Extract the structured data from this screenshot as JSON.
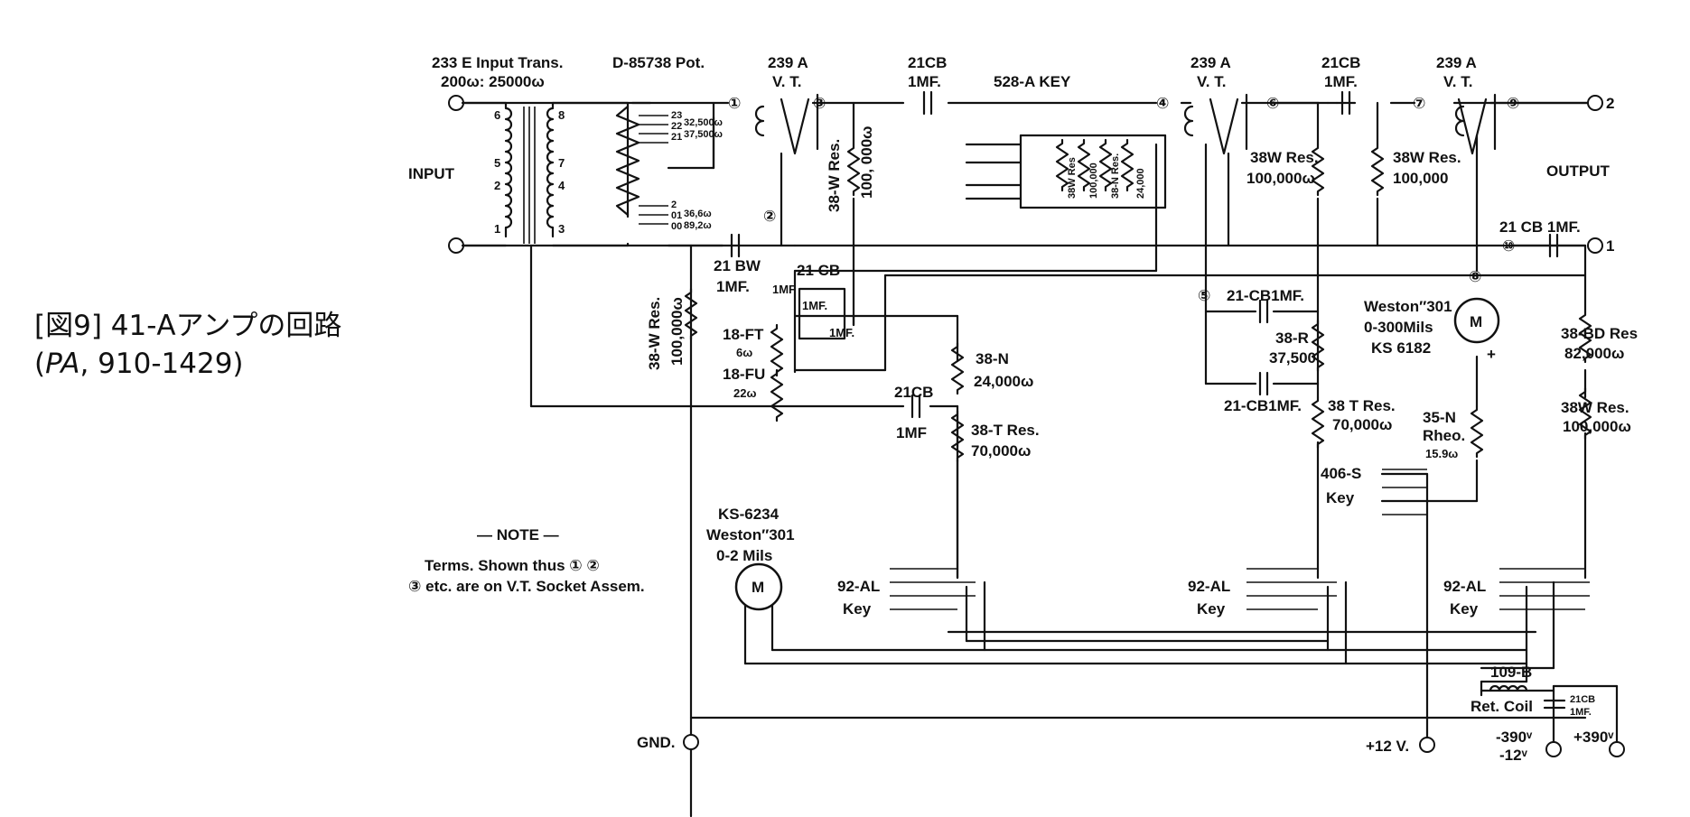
{
  "caption": {
    "line1": "[図9] 41-Aアンプの回路",
    "line2_open": "(",
    "line2_pa": "PA",
    "line2_rest": ", 910-1429)"
  },
  "labels": {
    "input_trans_1": "233 E Input Trans.",
    "input_trans_2": "200ω: 25000ω",
    "pot": "D-85738 Pot.",
    "vt1_a": "239 A",
    "vt1_b": "V. T.",
    "cb1_a": "21CB",
    "cb1_b": "1MF.",
    "key528": "528-A KEY",
    "vt2_a": "239 A",
    "vt2_b": "V. T.",
    "cb2_a": "21CB",
    "cb2_b": "1MF.",
    "vt3_a": "239 A",
    "vt3_b": "V. T.",
    "input": "INPUT",
    "output": "OUTPUT",
    "out2": "2",
    "out1": "1",
    "cb_out": "21 CB 1MF.",
    "res38w_a1": "38-W Res.",
    "res38w_a2": "100, 000ω",
    "res38w_b1": "38W Res.",
    "res38w_b2": "100,000ω",
    "res38w_c1": "38W Res.",
    "res38w_c2": "100,000",
    "res_stack": [
      "38W Res",
      "100,000",
      "38-N Res.",
      "24,000"
    ],
    "bw21_a": "21 BW",
    "bw21_b": "1MF.",
    "res38w_d1": "38-W Res.",
    "res38w_d2": "100,000ω",
    "cb21_c": "21 CB",
    "imf_a": "1MF",
    "imf_b": "1MF.",
    "imf_c": "1MF.",
    "ft18_a": "18-FT",
    "ft18_b": "6ω",
    "fu18_a": "18-FU",
    "fu18_b": "22ω",
    "n38_a": "38-N",
    "n38_b": "24,000ω",
    "cb21_d": "21CB",
    "cb21_d2": "1MF",
    "t38_a": "38-T Res.",
    "t38_b": "70,000ω",
    "cb21_e": "21-CB1MF.",
    "r38_a": "38-R",
    "r38_b": "37,500",
    "cb21_f": "21-CB1MF.",
    "t38b_a": "38 T Res.",
    "t38b_b": "70,000ω",
    "meter1_a": "Weston″301",
    "meter1_b": "0-300Mils",
    "meter1_c": "KS 6182",
    "meter_m": "M",
    "plus": "+",
    "bd38_a": "38-BD Res",
    "bd38_b": "82,000ω",
    "w38_a": "38W Res.",
    "w38_b": "100,000ω",
    "rheo_a": "35-N",
    "rheo_b": "Rheo.",
    "rheo_c": "15.9ω",
    "key406_a": "406-S",
    "key406_b": "Key",
    "meter2_a": "KS-6234",
    "meter2_b": "Weston″301",
    "meter2_c": "0-2  Mils",
    "note_title": "— NOTE —",
    "note_1": "Terms. Shown thus ① ②",
    "note_2": "③  etc.  are on V.T. Socket Assem.",
    "key92": "92-AL",
    "key_word": "Key",
    "retcoil_a": "109-B",
    "retcoil_b": "Ret. Coil",
    "cb21_g1": "21CB",
    "cb21_g2": "1MF.",
    "gnd": "GND.",
    "v12": "+12 V.",
    "v390n_a": "-390ᵛ",
    "v390n_b": "-12ᵛ",
    "v390p": "+390ᵛ",
    "tap_labels": [
      "23",
      "22",
      "21",
      "2",
      "01",
      "00"
    ],
    "tap_values": [
      "32,500ω",
      "37,500ω",
      "36,6ω",
      "89,2ω"
    ],
    "term_nums": [
      "①",
      "②",
      "③",
      "④",
      "⑤",
      "⑥",
      "⑦",
      "⑧",
      "⑨",
      "⑩"
    ],
    "xfmr_nums": [
      "6",
      "5",
      "2",
      "1",
      "8",
      "7",
      "4",
      "3"
    ]
  }
}
